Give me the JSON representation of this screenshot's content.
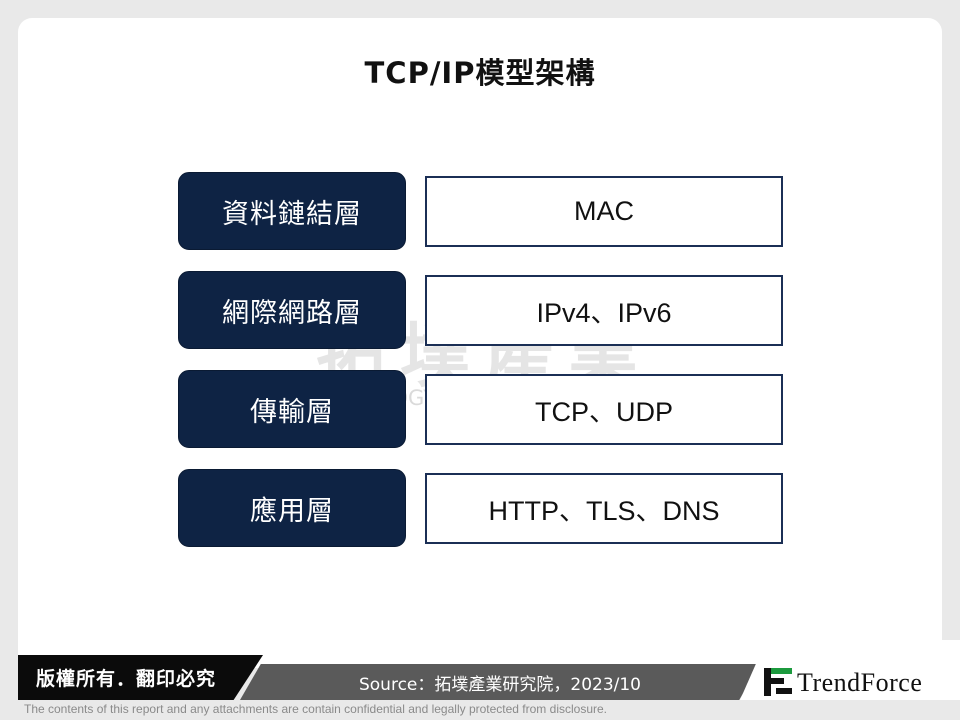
{
  "title": "TCP/IP模型架構",
  "layers": [
    {
      "name": "資料鏈結層",
      "protocols": "MAC"
    },
    {
      "name": "網際網路層",
      "protocols": "IPv4、IPv6"
    },
    {
      "name": "傳輸層",
      "protocols": "TCP、UDP"
    },
    {
      "name": "應用層",
      "protocols": "HTTP、TLS、DNS"
    }
  ],
  "watermark": {
    "cn": "拓墣產業",
    "en": "TOPOLOGY RESEARCH INSTITUTE"
  },
  "footer": {
    "copyright": "版權所有．翻印必究",
    "source": "Source：拓墣產業研究院，2023/10",
    "brand": "TrendForce",
    "disclaimer": "The contents of this report and any attachments are contain confidential and legally protected from disclosure."
  },
  "colors": {
    "layer_fill": "#0e2344",
    "brand_green": "#1c9a3e"
  }
}
